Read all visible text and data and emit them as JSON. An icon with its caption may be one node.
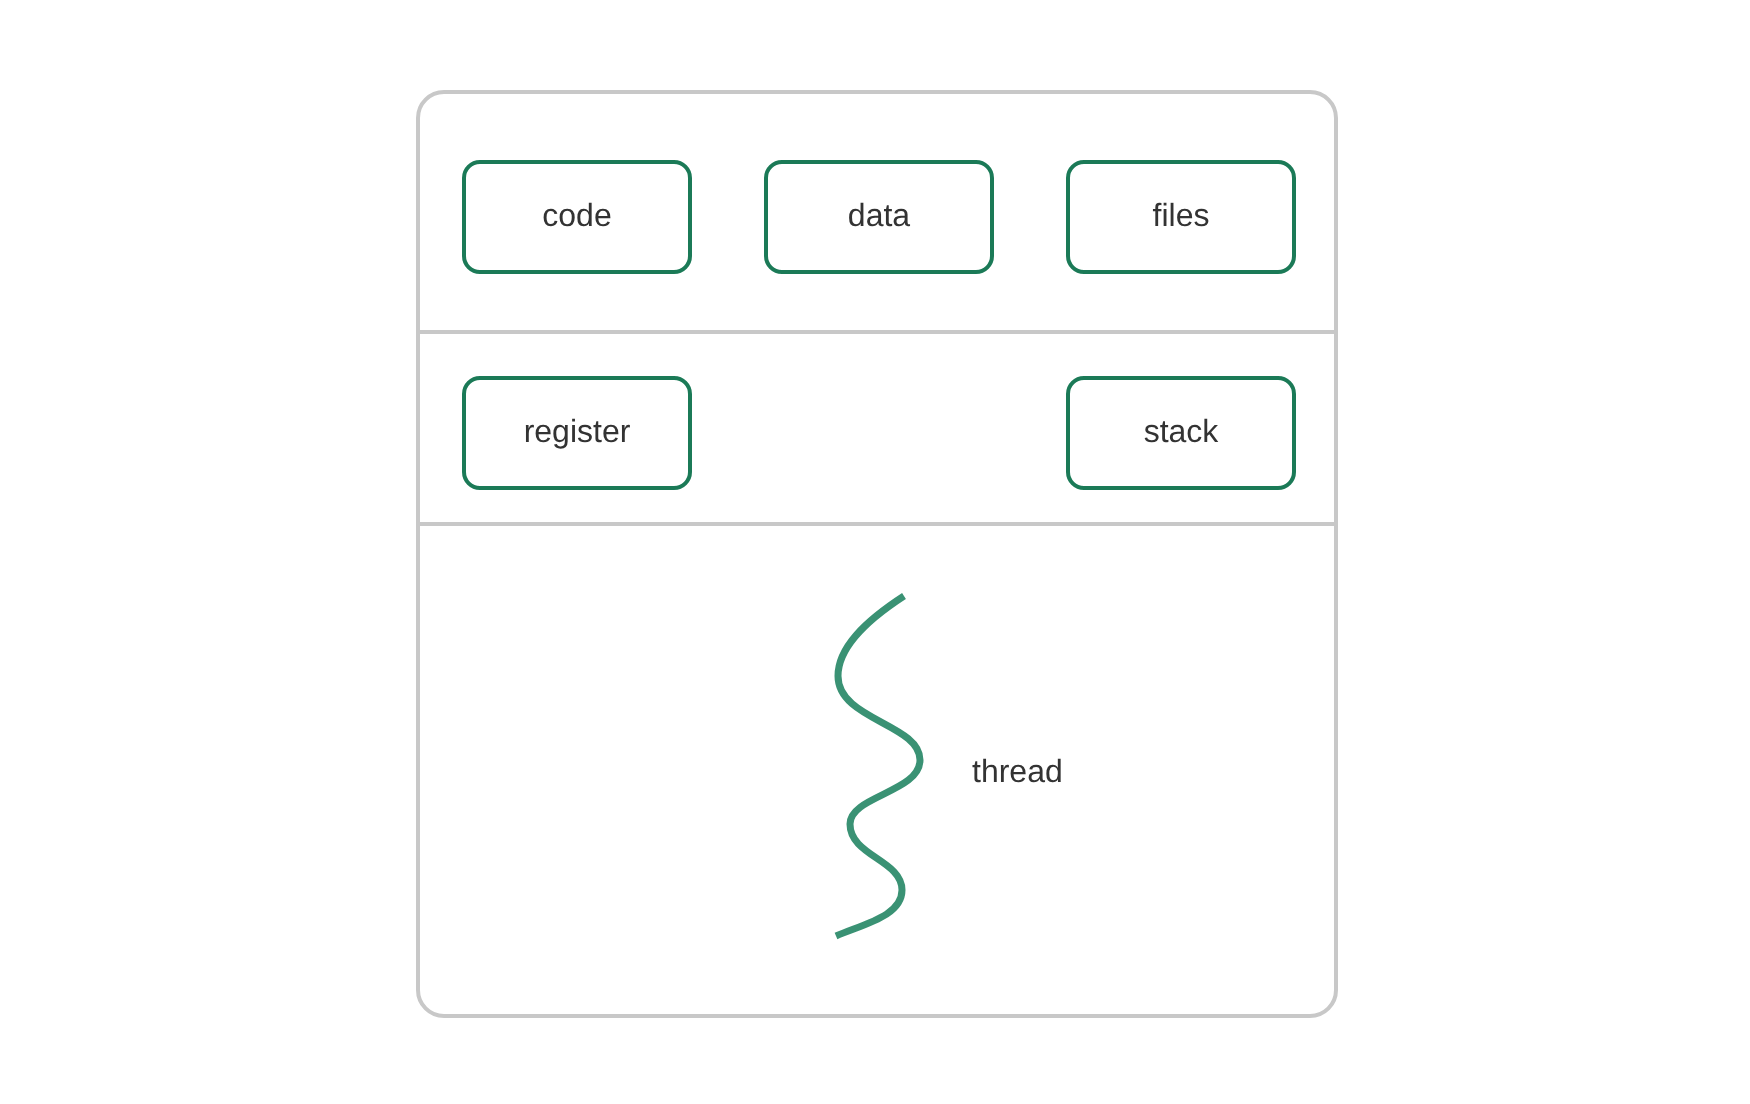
{
  "diagram": {
    "nodes": [
      {
        "text": [],
        "shape": "box"
      },
      {
        "text": [
          "code"
        ],
        "in": 0
      },
      {
        "text": [
          "data"
        ],
        "in": 0
      },
      {
        "text": [
          "files"
        ],
        "in": 0
      },
      {
        "text": [
          "register"
        ],
        "in": 0
      },
      {
        "text": [
          "stack"
        ],
        "in": 0
      }
    ],
    "labels": [
      "thread"
    ]
  }
}
